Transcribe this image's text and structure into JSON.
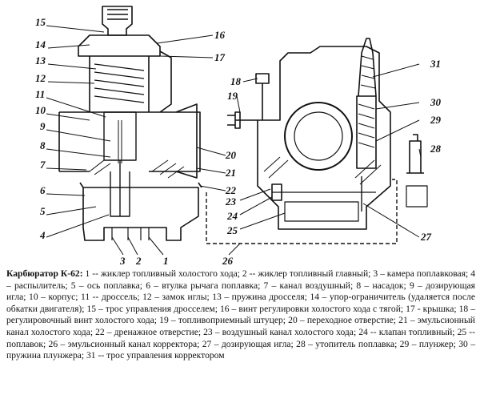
{
  "caption": {
    "title": "Карбюратор К-62:",
    "text": "1 -- жиклер топливный холостого хода; 2 -- жиклер топливный главный; 3 – камера поплавковая; 4 – распылитель; 5 – ось поплавка; 6 – втулка рычага поплавка; 7 – канал воздушный; 8 – насадок; 9 – дозирующая игла; 10 – корпус; 11 -- дроссель; 12 – замок иглы; 13 – пружина дросселя; 14 – упор-ограничитель (удаляется после обкатки двигателя); 15 – трос управления дросселем; 16 – винт регулировки холостого хода с тягой; 17 - крышка; 18 – регулировочный винт холостого хода; 19 – топливоприемный штуцер; 20 – переходное отверстие; 21 – эмульсионный канал холостого хода; 22 – дренажное отверстие; 23 – воздушный канал холостого хода; 24 -- клапан топливный; 25 -- поплавок; 26 – эмульсионный канал корректора; 27 – дозирующая игла; 28 – утопитель поплавка; 29 – плунжер; 30 – пружина плунжера; 31 -- трос управления корректором"
  },
  "labels": {
    "n1": "1",
    "n2": "2",
    "n3": "3",
    "n4": "4",
    "n5": "5",
    "n6": "6",
    "n7": "7",
    "n8": "8",
    "n9": "9",
    "n10": "10",
    "n11": "11",
    "n12": "12",
    "n13": "13",
    "n14": "14",
    "n15": "15",
    "n16": "16",
    "n17": "17",
    "n18": "18",
    "n19": "19",
    "n20": "20",
    "n21": "21",
    "n22": "22",
    "n23": "23",
    "n24": "24",
    "n25": "25",
    "n26": "26",
    "n27": "27",
    "n28": "28",
    "n29": "29",
    "n30": "30",
    "n31": "31"
  }
}
